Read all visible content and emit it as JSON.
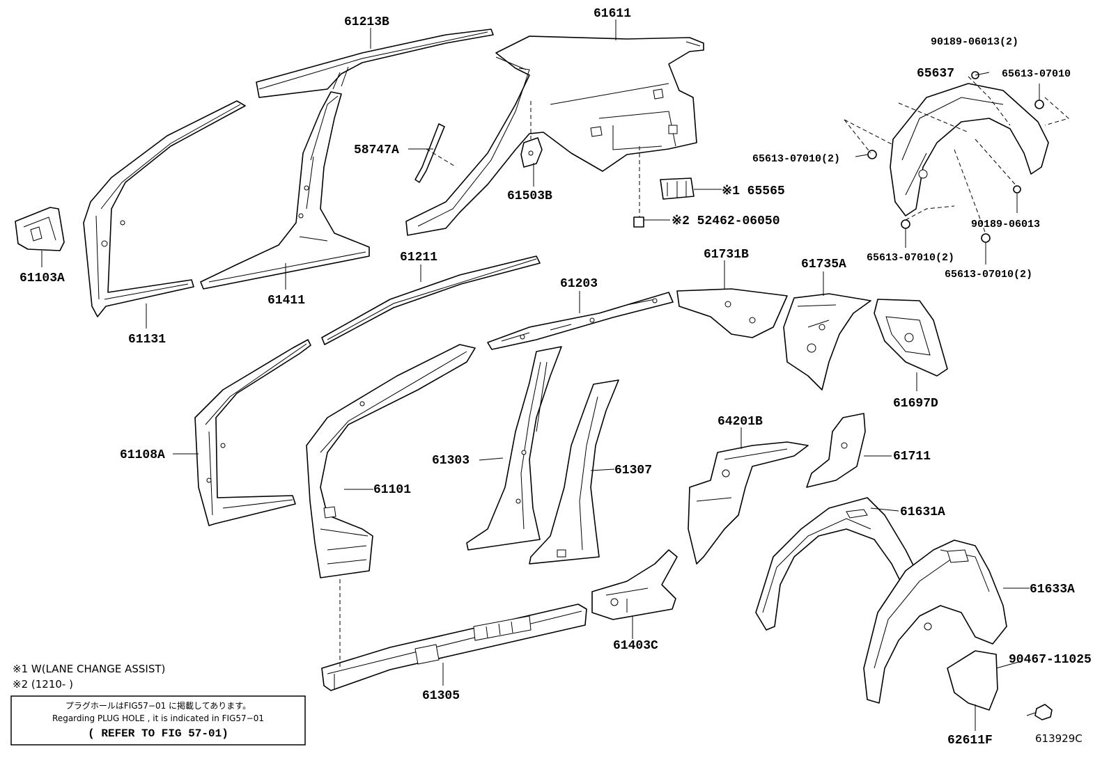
{
  "labels": {
    "p61213B": "61213B",
    "p61611": "61611",
    "p58747A": "58747A",
    "p61503B": "61503B",
    "p65565": "※1 65565",
    "p52462": "※2 52462-06050",
    "p61103A": "61103A",
    "p61131": "61131",
    "p61411": "61411",
    "p61211": "61211",
    "p61203": "61203",
    "p61731B": "61731B",
    "p61735A": "61735A",
    "p61697D": "61697D",
    "p61108A": "61108A",
    "p61101": "61101",
    "p61303": "61303",
    "p61307": "61307",
    "p64201B": "64201B",
    "p61711": "61711",
    "p61631A": "61631A",
    "p61633A": "61633A",
    "p61403C": "61403C",
    "p61305": "61305",
    "p90467": "90467-11025",
    "p62611F": "62611F",
    "p90189a": "90189-06013(2)",
    "p65637": "65637",
    "p65613a": "65613-07010",
    "p65613b": "65613-07010(2)",
    "p90189b": "90189-06013",
    "p65613c": "65613-07010(2)",
    "p65613d": "65613-07010(2)"
  },
  "notes": {
    "note1": "※1 W(LANE CHANGE ASSIST)",
    "note2": "※2 (1210-      )"
  },
  "refer_box": {
    "line1": "プラグホールはFIG57−01 に掲載してあります。",
    "line2": "Regarding PLUG HOLE , it is indicated in FIG57−01",
    "line3": "( REFER TO FIG 57-01)"
  },
  "figure_code": "613929C"
}
